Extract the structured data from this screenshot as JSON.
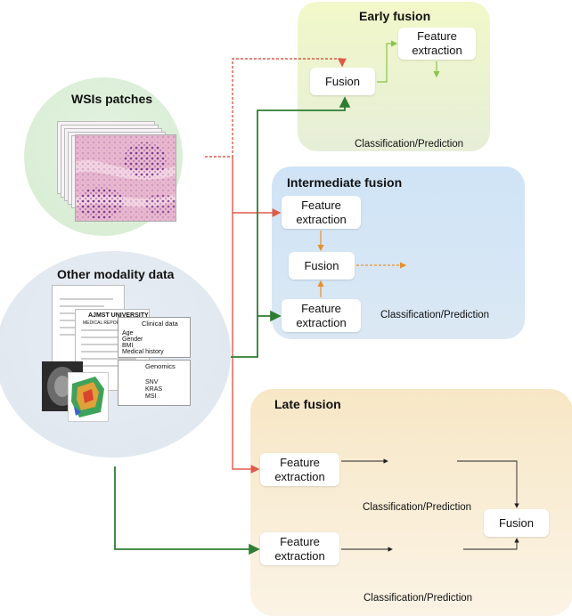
{
  "sources": {
    "wsi_title": "WSIs patches",
    "modality_title": "Other modality data",
    "clinical_title": "Clinical data",
    "clinical_items": [
      "Age",
      "Gender",
      "BMI",
      "Medical history"
    ],
    "genomics_title": "Genomics",
    "genomics_items": [
      "SNV",
      "KRAS",
      "MSI"
    ],
    "doc_header": "AJMST UNIVERSITY",
    "doc_subheader": "MEDICAL REPORT FORM"
  },
  "early": {
    "title": "Early fusion",
    "fusion": "Fusion",
    "feature": "Feature extraction",
    "output": "Classification/Prediction"
  },
  "intermediate": {
    "title": "Intermediate fusion",
    "feature_top": "Feature extraction",
    "fusion": "Fusion",
    "feature_bottom": "Feature extraction",
    "output": "Classification/Prediction"
  },
  "late": {
    "title": "Late fusion",
    "feature_top": "Feature extraction",
    "output_top": "Classification/Prediction",
    "fusion": "Fusion",
    "feature_bottom": "Feature extraction",
    "output_bottom": "Classification/Prediction"
  },
  "colors": {
    "wsi_arrow": "#e05a4a",
    "modality_arrow": "#2e7d32",
    "early_inner_arrow": "#8bc34a",
    "intermediate_inner_arrow": "#e8902f",
    "late_inner_arrow": "#222222"
  }
}
